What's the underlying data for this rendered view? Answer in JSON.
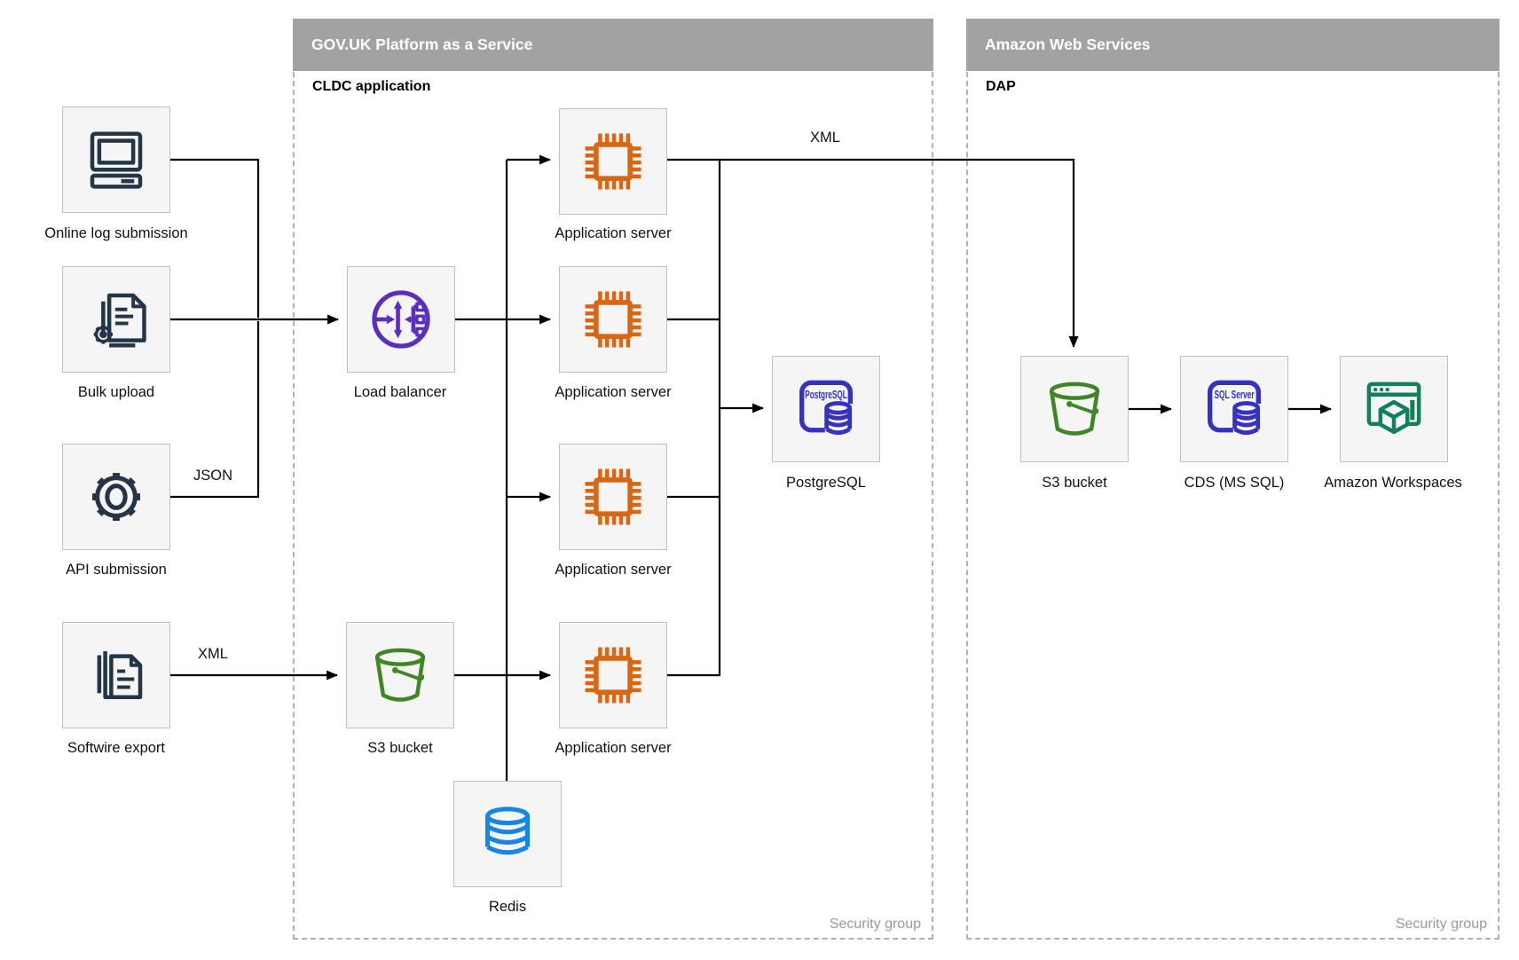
{
  "containers": [
    {
      "title": "GOV.UK Platform as a Service",
      "sublabel": "CLDC application",
      "footer": "Security group"
    },
    {
      "title": "Amazon Web Services",
      "sublabel": "DAP",
      "footer": "Security group"
    }
  ],
  "nodes": [
    {
      "id": "online-log-submission",
      "label": "Online log submission",
      "icon": "desktop-computer-icon"
    },
    {
      "id": "bulk-upload",
      "label": "Bulk upload",
      "icon": "document-gear-icon"
    },
    {
      "id": "api-submission",
      "label": "API submission",
      "icon": "gear-icon"
    },
    {
      "id": "softwire-export",
      "label": "Softwire export",
      "icon": "documents-stack-icon"
    },
    {
      "id": "load-balancer",
      "label": "Load balancer",
      "icon": "load-balancer-icon"
    },
    {
      "id": "s3-bucket-paas",
      "label": "S3 bucket",
      "icon": "bucket-icon"
    },
    {
      "id": "app-server-1",
      "label": "Application server",
      "icon": "chip-icon"
    },
    {
      "id": "app-server-2",
      "label": "Application server",
      "icon": "chip-icon"
    },
    {
      "id": "app-server-3",
      "label": "Application server",
      "icon": "chip-icon"
    },
    {
      "id": "app-server-4",
      "label": "Application server",
      "icon": "chip-icon"
    },
    {
      "id": "postgresql",
      "label": "PostgreSQL",
      "icon": "postgresql-database-icon",
      "icon_text": "PostgreSQL"
    },
    {
      "id": "redis",
      "label": "Redis",
      "icon": "redis-database-icon"
    },
    {
      "id": "s3-bucket-aws",
      "label": "S3 bucket",
      "icon": "bucket-icon"
    },
    {
      "id": "cds-mssql",
      "label": "CDS (MS SQL)",
      "icon": "sql-server-database-icon",
      "icon_text": "SQL Server"
    },
    {
      "id": "amazon-workspaces",
      "label": "Amazon Workspaces",
      "icon": "workspaces-icon"
    }
  ],
  "edge_labels": [
    {
      "text": "JSON"
    },
    {
      "text": "XML"
    },
    {
      "text": "XML"
    }
  ],
  "colors": {
    "header_bg": "#a2a2a2",
    "header_text": "#ffffff",
    "dashed_border": "#b1b1b1",
    "node_bg": "#f5f5f5",
    "node_border": "#c0c0c0",
    "line": "#000000",
    "dark_icon": "#243545",
    "orange_chip": "#d86613",
    "purple_lb": "#5a2ebe",
    "green_bucket": "#3f8624",
    "indigo_db": "#3532bf",
    "blue_redis": "#1586e8",
    "teal_workspaces": "#12805f",
    "security_text": "#9a9a9a"
  }
}
